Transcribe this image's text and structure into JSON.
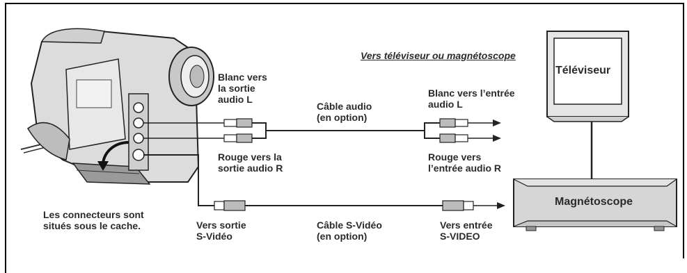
{
  "heading": "Vers téléviseur ou magnétoscope",
  "camera": {
    "caption": "Les connecteurs sont\nsitués sous le cache."
  },
  "audio_out": {
    "white": "Blanc vers\nla sortie\naudio L",
    "red": "Rouge vers la\nsortie audio R"
  },
  "audio_cable": "Câble audio\n(en option)",
  "audio_in": {
    "white": "Blanc vers l’entrée\naudio L",
    "red": "Rouge vers\nl’entrée audio R"
  },
  "svideo": {
    "out": "Vers sortie\nS-Vidéo",
    "cable": "Câble S-Vidéo\n(en option)",
    "in": "Vers entrée\nS-VIDEO"
  },
  "tv": {
    "label": "Téléviseur"
  },
  "vcr": {
    "label": "Magnétoscope"
  },
  "colors": {
    "line": "#222222",
    "device_fill": "#e6e6e6",
    "camera_fill": "#d9d9d9",
    "frame": "#000000"
  }
}
